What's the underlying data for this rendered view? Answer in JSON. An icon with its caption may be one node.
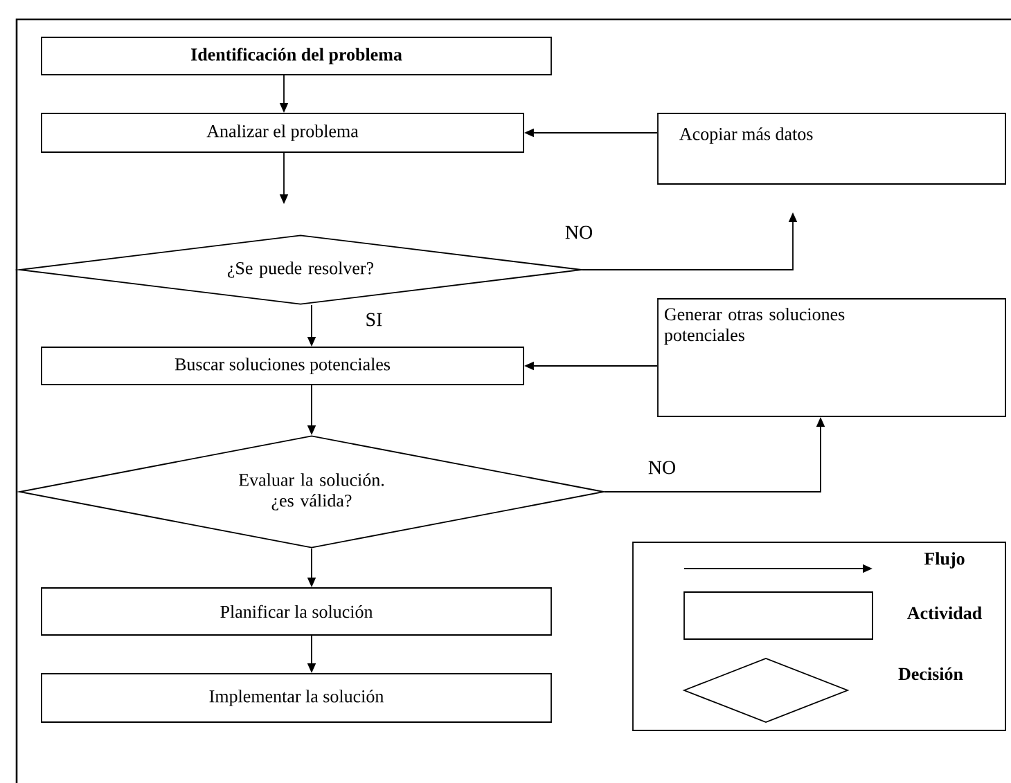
{
  "diagram": {
    "nodes": [
      {
        "text": [
          "Identificación del problema"
        ]
      },
      {
        "text": [
          "Analizar  el problema"
        ]
      },
      {
        "text": [
          "Acopiar más datos"
        ]
      },
      {
        "text": [
          "¿Se puede resolver?"
        ]
      },
      {
        "text": [
          "Buscar soluciones potenciales"
        ]
      },
      {
        "text": [
          "Generar otras soluciones potenciales"
        ]
      },
      {
        "text": [
          "Evaluar la solución. ¿es válida?"
        ]
      },
      {
        "text": [
          "Planificar la solución"
        ]
      },
      {
        "text": [
          "Implementar la solución"
        ]
      }
    ],
    "edges": [
      {
        "from": 0,
        "to": 1,
        "arrow": "to"
      },
      {
        "from": 1,
        "to": 3,
        "arrow": "to"
      },
      {
        "from": 3,
        "to": 2,
        "arrow": "to",
        "label": "NO"
      },
      {
        "from": 3,
        "to": 4,
        "arrow": "to",
        "label": "SI"
      },
      {
        "from": 2,
        "to": 1,
        "arrow": "to"
      },
      {
        "from": 5,
        "to": 4,
        "arrow": "to"
      },
      {
        "from": 4,
        "to": 6,
        "arrow": "to"
      },
      {
        "from": 6,
        "to": 5,
        "arrow": "to",
        "label": "NO"
      },
      {
        "from": 6,
        "to": 7,
        "arrow": "to"
      },
      {
        "from": 7,
        "to": 8,
        "arrow": "to"
      }
    ],
    "legend": [
      {
        "text": "Flujo"
      },
      {
        "text": "Actividad"
      },
      {
        "text": "Decisión"
      }
    ]
  }
}
